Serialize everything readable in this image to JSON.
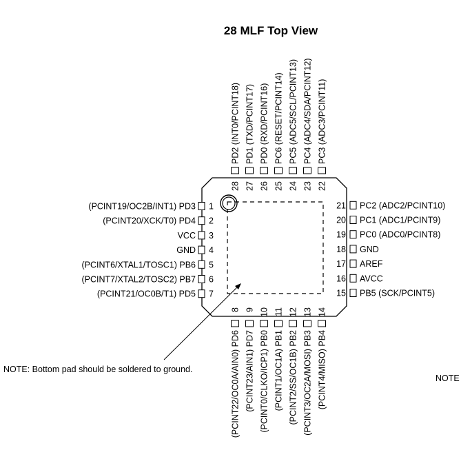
{
  "title": "28 MLF Top View",
  "note": "NOTE:  Bottom pad should be soldered to ground.",
  "note_right": "NOTE",
  "pins": {
    "left": [
      {
        "num": "1",
        "name": "(PCINT19/OC2B/INT1) PD3"
      },
      {
        "num": "2",
        "name": "(PCINT20/XCK/T0) PD4"
      },
      {
        "num": "3",
        "name": "VCC"
      },
      {
        "num": "4",
        "name": "GND"
      },
      {
        "num": "5",
        "name": "(PCINT6/XTAL1/TOSC1) PB6"
      },
      {
        "num": "6",
        "name": "(PCINT7/XTAL2/TOSC2) PB7"
      },
      {
        "num": "7",
        "name": "(PCINT21/OC0B/T1) PD5"
      }
    ],
    "bottom": [
      {
        "num": "8",
        "name": "(PCINT22/OC0A/AIN0) PD6"
      },
      {
        "num": "9",
        "name": "(PCINT23/AIN1) PD7"
      },
      {
        "num": "10",
        "name": "(PCINT0/CLKO/ICP1) PB0"
      },
      {
        "num": "11",
        "name": "(PCINT1/OC1A) PB1"
      },
      {
        "num": "12",
        "name": "(PCINT2/SS/OC1B) PB2"
      },
      {
        "num": "13",
        "name": "(PCINT3/OC2A/MOSI) PB3"
      },
      {
        "num": "14",
        "name": "(PCINT4/MISO) PB4"
      }
    ],
    "right": [
      {
        "num": "15",
        "name": "PB5 (SCK/PCINT5)"
      },
      {
        "num": "16",
        "name": "AVCC"
      },
      {
        "num": "17",
        "name": "AREF"
      },
      {
        "num": "18",
        "name": "GND"
      },
      {
        "num": "19",
        "name": "PC0 (ADC0/PCINT8)"
      },
      {
        "num": "20",
        "name": "PC1 (ADC1/PCINT9)"
      },
      {
        "num": "21",
        "name": "PC2 (ADC2/PCINT10)"
      }
    ],
    "top": [
      {
        "num": "22",
        "name": "PC3 (ADC3/PCINT11)"
      },
      {
        "num": "23",
        "name": "PC4 (ADC4/SDA/PCINT12)"
      },
      {
        "num": "24",
        "name": "PC5 (ADC5/SCL/PCINT13)"
      },
      {
        "num": "25",
        "name": "PC6 (RESET/PCINT14)"
      },
      {
        "num": "26",
        "name": "PD0 (RXD/PCINT16)"
      },
      {
        "num": "27",
        "name": "PD1 (TXD/PCINT17)"
      },
      {
        "num": "28",
        "name": "PD2 (INT0/PCINT18)"
      }
    ]
  }
}
